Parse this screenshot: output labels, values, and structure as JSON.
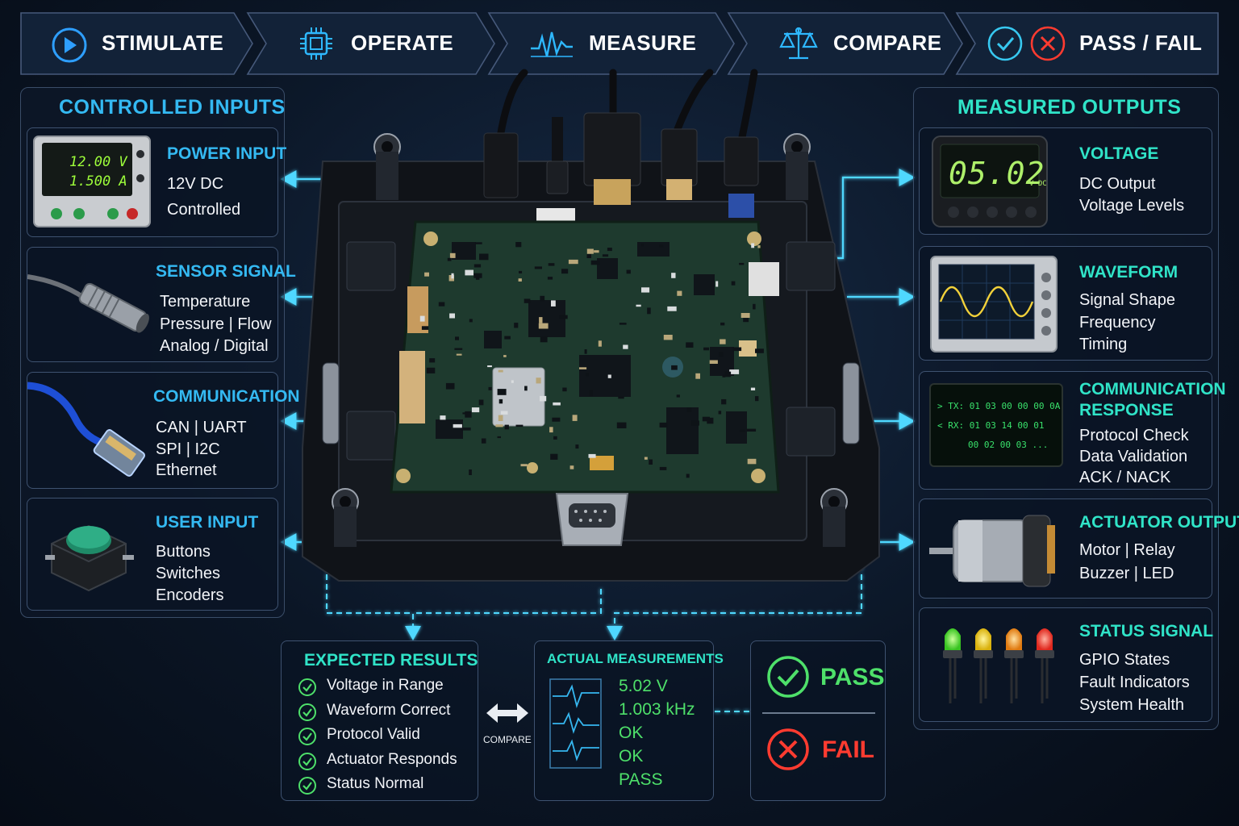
{
  "steps": [
    {
      "label": "STIMULATE",
      "icon": "play-icon"
    },
    {
      "label": "OPERATE",
      "icon": "chip-icon"
    },
    {
      "label": "MEASURE",
      "icon": "waveform-icon"
    },
    {
      "label": "COMPARE",
      "icon": "balance-scale-icon"
    },
    {
      "label": "PASS / FAIL",
      "icon": "check-cross-icon"
    }
  ],
  "inputs": {
    "title": "CONTROLLED INPUTS",
    "items": [
      {
        "title": "POWER INPUT",
        "lines": [
          "12V DC",
          "Controlled"
        ],
        "display": [
          "12.00 V",
          "1.500 A"
        ]
      },
      {
        "title": "SENSOR SIGNAL",
        "lines": [
          "Temperature",
          "Pressure | Flow",
          "Analog / Digital"
        ]
      },
      {
        "title": "COMMUNICATION",
        "lines": [
          "CAN | UART",
          "SPI | I2C",
          "Ethernet"
        ]
      },
      {
        "title": "USER INPUT",
        "lines": [
          "Buttons",
          "Switches",
          "Encoders"
        ]
      }
    ]
  },
  "outputs": {
    "title": "MEASURED OUTPUTS",
    "items": [
      {
        "title": "VOLTAGE",
        "lines": [
          "DC Output",
          "Voltage Levels"
        ],
        "display": "05.02",
        "unit": "V DC"
      },
      {
        "title": "WAVEFORM",
        "lines": [
          "Signal Shape",
          "Frequency",
          "Timing"
        ]
      },
      {
        "title": "COMMUNICATION RESPONSE",
        "title_lines": [
          "COMMUNICATION",
          "RESPONSE"
        ],
        "lines": [
          "Protocol Check",
          "Data Validation",
          "ACK / NACK"
        ],
        "terminal": [
          "> TX: 01 03 00 00 00 0A",
          "< RX: 01 03 14 00 01",
          "00 02 00 03 ..."
        ]
      },
      {
        "title": "ACTUATOR OUTPUT",
        "lines": [
          "Motor | Relay",
          "Buzzer | LED"
        ]
      },
      {
        "title": "STATUS SIGNAL",
        "lines": [
          "GPIO States",
          "Fault Indicators",
          "System Health"
        ]
      }
    ]
  },
  "expected": {
    "title": "EXPECTED RESULTS",
    "items": [
      "Voltage in Range",
      "Waveform Correct",
      "Protocol Valid",
      "Actuator Responds",
      "Status Normal"
    ]
  },
  "compare_label": "COMPARE",
  "actual": {
    "title": "ACTUAL MEASUREMENTS",
    "values": [
      "5.02 V",
      "1.003 kHz",
      "OK",
      "OK",
      "PASS"
    ]
  },
  "verdict": {
    "pass": "PASS",
    "fail": "FAIL"
  },
  "colors": {
    "accent_blue": "#34b9f2",
    "accent_teal": "#30e4c8",
    "pass_green": "#4ee06a",
    "fail_red": "#ff3b30",
    "connector": "#4fd8ff"
  }
}
